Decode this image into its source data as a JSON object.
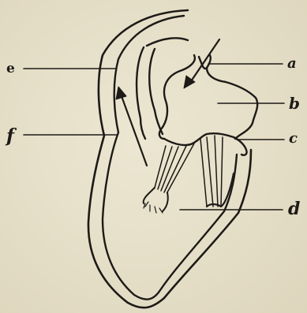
{
  "labels": {
    "a": "a",
    "b": "b",
    "c": "c",
    "d": "d",
    "e": "e",
    "f": "f"
  },
  "colors": {
    "paper": "#e6dfc9",
    "ink": "#1d1a17"
  }
}
